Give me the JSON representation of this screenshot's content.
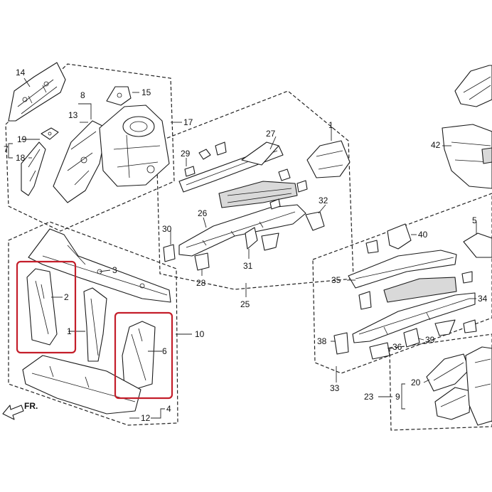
{
  "callouts": {
    "c1a": "1",
    "c1b": "1",
    "c2": "2",
    "c3": "3",
    "c4": "4",
    "c5": "5",
    "c6": "6",
    "c7": "7",
    "c8": "8",
    "c9": "9",
    "c10": "10",
    "c12": "12",
    "c13": "13",
    "c14": "14",
    "c15": "15",
    "c17": "17",
    "c18": "18",
    "c19": "19",
    "c20": "20",
    "c23": "23",
    "c25": "25",
    "c26": "26",
    "c27": "27",
    "c28": "28",
    "c29": "29",
    "c30": "30",
    "c31": "31",
    "c32": "32",
    "c33": "33",
    "c34": "34",
    "c35": "35",
    "c36": "36",
    "c38": "38",
    "c39": "39",
    "c40": "40",
    "c42": "42"
  },
  "direction": {
    "label": "FR."
  },
  "colors": {
    "highlight": "#c41e2a",
    "line": "#1a1a1a"
  }
}
